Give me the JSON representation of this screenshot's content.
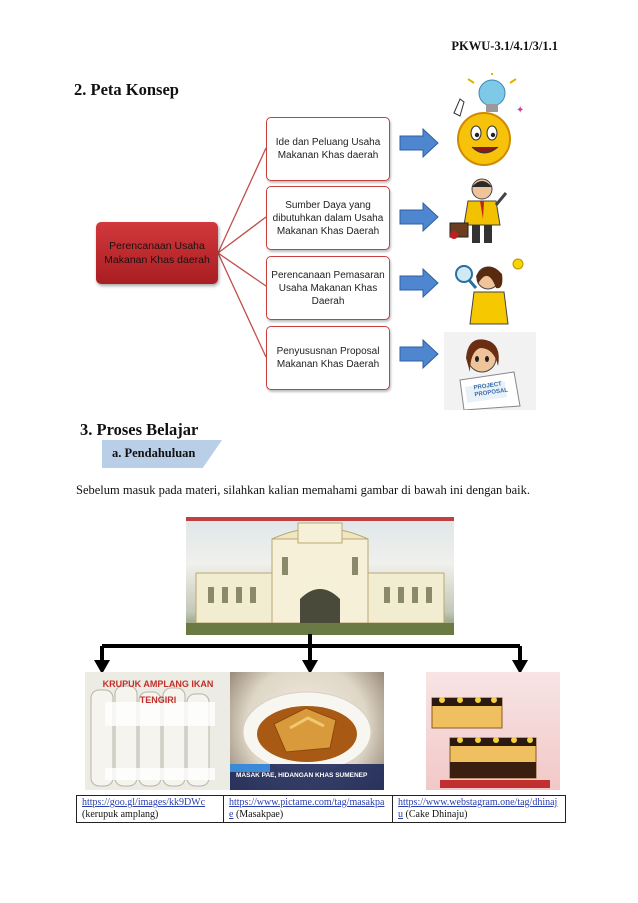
{
  "header": {
    "code": "PKWU-3.1/4.1/3/1.1"
  },
  "section2": {
    "title": "2. Peta Konsep",
    "root": "Perencanaan Usaha Makanan Khas daerah",
    "items": [
      "Ide dan Peluang Usaha Makanan Khas daerah",
      "Sumber Daya yang dibutuhkan dalam Usaha Makanan Khas Daerah",
      "Perencanaan Pemasaran Usaha Makanan Khas Daerah",
      "Penyususnan Proposal Makanan Khas Daerah"
    ],
    "proposal_img_text": "PROJECT PROPOSAL"
  },
  "section3": {
    "title": "3. Proses Belajar",
    "subtitle": "a. Pendahuluan",
    "paragraph": "Sebelum masuk pada materi, silahkan kalian memahami gambar di bawah ini dengan baik.",
    "krupuk_text": "KRUPUK AMPLANG IKAN TENGIRI",
    "masakpae_caption": "MASAK PAE, HIDANGAN KHAS SUMENEP",
    "captions": [
      {
        "link": "https://goo.gl/images/kk9DWc",
        "text": "(kerupuk amplang)"
      },
      {
        "link": "https://www.pictame.com/tag/masakpae",
        "text": "(Masakpae)"
      },
      {
        "link": "https://www.webstagram.one/tag/dhinaju",
        "text": "(Cake Dhinaju)"
      }
    ]
  },
  "colors": {
    "root_fill": "#b82a2e",
    "connector": "#c0504d",
    "arrow": "#4f86d0",
    "sub_tab": "#b9cfe8"
  }
}
